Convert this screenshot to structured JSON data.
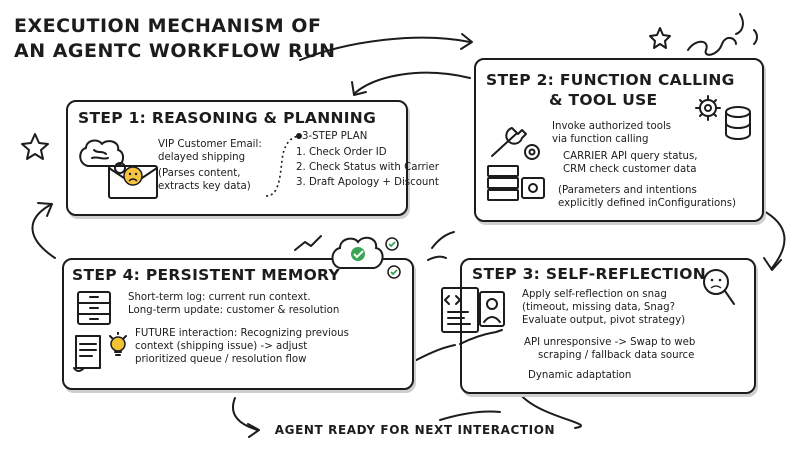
{
  "title": {
    "line1": "EXECUTION MECHANISM OF",
    "line2": "AN AGENTC WORKFLOW RUN"
  },
  "step1": {
    "title": "STEP 1: REASONING & PLANNING",
    "email_lines": [
      "VIP Customer Email:",
      "delayed shipping",
      "(Parses content,",
      "extracts key data)"
    ],
    "plan_heading": "3-STEP PLAN",
    "plan_items": [
      "1. Check Order ID",
      "2. Check Status with Carrier",
      "3. Draft Apology + Discount"
    ]
  },
  "step2": {
    "title_line1": "STEP 2: FUNCTION CALLING",
    "title_line2": "& TOOL USE",
    "invoke_lines": [
      "Invoke authorized tools",
      "via function calling"
    ],
    "api_lines": [
      "CARRIER API query status,",
      "CRM check customer data"
    ],
    "param_lines": [
      "(Parameters and intentions",
      "explicitly defined inConfigurations)"
    ]
  },
  "step3": {
    "title": "STEP 3: SELF-REFLECTION",
    "reflect_lines": [
      "Apply self-reflection on snag",
      "(timeout, missing data, Snag?",
      "Evaluate output, pivot strategy)"
    ],
    "fallback_lines": [
      "API unresponsive -> Swap to web",
      "scraping / fallback data source"
    ],
    "adapt": "Dynamic adaptation"
  },
  "step4": {
    "title": "STEP 4: PERSISTENT MEMORY",
    "log_lines": [
      "Short-term log: current run context.",
      "Long-term update: customer & resolution"
    ],
    "future_lines": [
      "FUTURE interaction: Recognizing previous",
      "context (shipping issue) -> adjust",
      "prioritized queue / resolution flow"
    ]
  },
  "footer": "AGENT READY FOR NEXT INTERACTION",
  "icons": [
    "brain-gear-icon",
    "envelope-icon",
    "worried-face-icon",
    "wrench-icon",
    "gear-icon",
    "database-icon",
    "server-icon",
    "monitor-gear-icon",
    "code-window-icon",
    "person-portrait-icon",
    "pointing-hand-icon",
    "magnifier-face-icon",
    "file-cabinet-icon",
    "scroll-icon",
    "lightbulb-icon",
    "brain-check-icon",
    "star-doodle-icon",
    "swirl-doodle-icon"
  ],
  "colors": {
    "ink": "#1c1c1c",
    "bulb": "#f2c233",
    "face": "#f5c242",
    "check": "#3aa655",
    "shadow": "#cfcfcf"
  }
}
